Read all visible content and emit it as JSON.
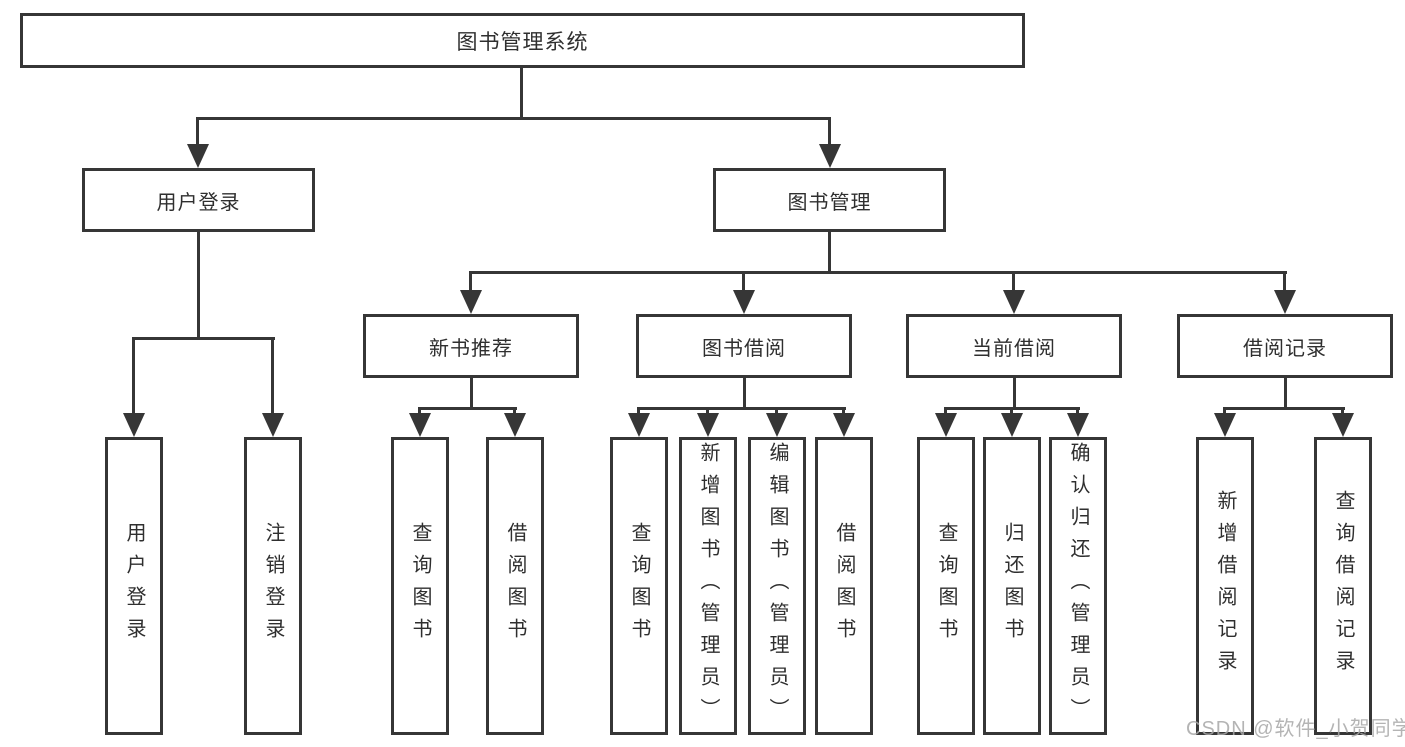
{
  "colors": {
    "line": "#363636",
    "text": "#2f2f2f",
    "background": "#ffffff",
    "watermark": "#a8a8a8"
  },
  "diagram": {
    "root": {
      "label": "图书管理系统"
    },
    "branches": [
      {
        "label": "用户登录",
        "leaves": [
          {
            "label": "用户登录"
          },
          {
            "label": "注销登录"
          }
        ]
      },
      {
        "label": "图书管理",
        "groups": [
          {
            "label": "新书推荐",
            "leaves": [
              {
                "label": "查询图书"
              },
              {
                "label": "借阅图书"
              }
            ]
          },
          {
            "label": "图书借阅",
            "leaves": [
              {
                "label": "查询图书"
              },
              {
                "label": "新增图书（管理员）"
              },
              {
                "label": "编辑图书（管理员）"
              },
              {
                "label": "借阅图书"
              }
            ]
          },
          {
            "label": "当前借阅",
            "leaves": [
              {
                "label": "查询图书"
              },
              {
                "label": "归还图书"
              },
              {
                "label": "确认归还（管理员）"
              }
            ]
          },
          {
            "label": "借阅记录",
            "leaves": [
              {
                "label": "新增借阅记录"
              },
              {
                "label": "查询借阅记录"
              }
            ]
          }
        ]
      }
    ]
  },
  "watermark": {
    "text": "CSDN @软件_小贺同学"
  }
}
